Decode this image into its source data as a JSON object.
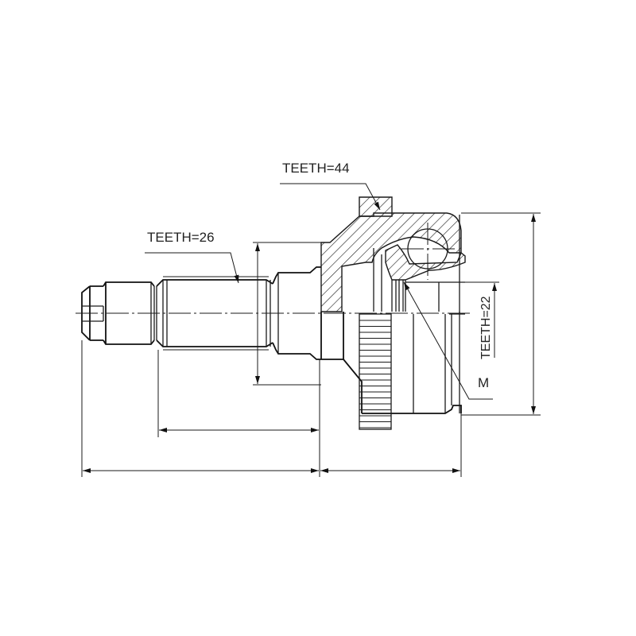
{
  "drawing": {
    "type": "CV joint technical drawing (section view)",
    "background": "#ffffff",
    "line_color": "#1a1a1a",
    "labels": {
      "teeth_outer": "TEETH=44",
      "teeth_shaft": "TEETH=26",
      "teeth_inner": "TEETH=22",
      "thread": "M"
    },
    "dimensions": {
      "overall_length": "",
      "shaft_spline_length": "",
      "bell_length": "",
      "bell_diameter": "",
      "flange_diameter": ""
    }
  }
}
